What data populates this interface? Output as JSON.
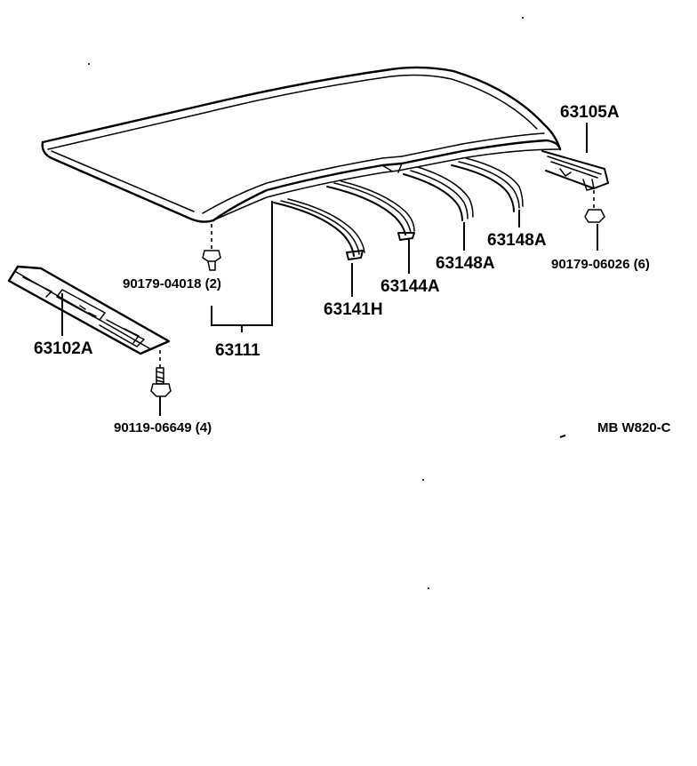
{
  "diagram": {
    "parts": {
      "roof_panel": "63111",
      "roof_header_panel": "63102A",
      "roof_bow_front": "63141H",
      "roof_bow_second": "63144A",
      "roof_bow_third": "63148A",
      "roof_bow_fourth": "63148A",
      "rear_header": "63105A"
    },
    "fasteners": {
      "clip_roof": "90179-04018 (2)",
      "nut_rear": "90179-06026 (6)",
      "bolt_header": "90119-06649 (4)"
    },
    "drawing_code": "MB W820-C"
  }
}
